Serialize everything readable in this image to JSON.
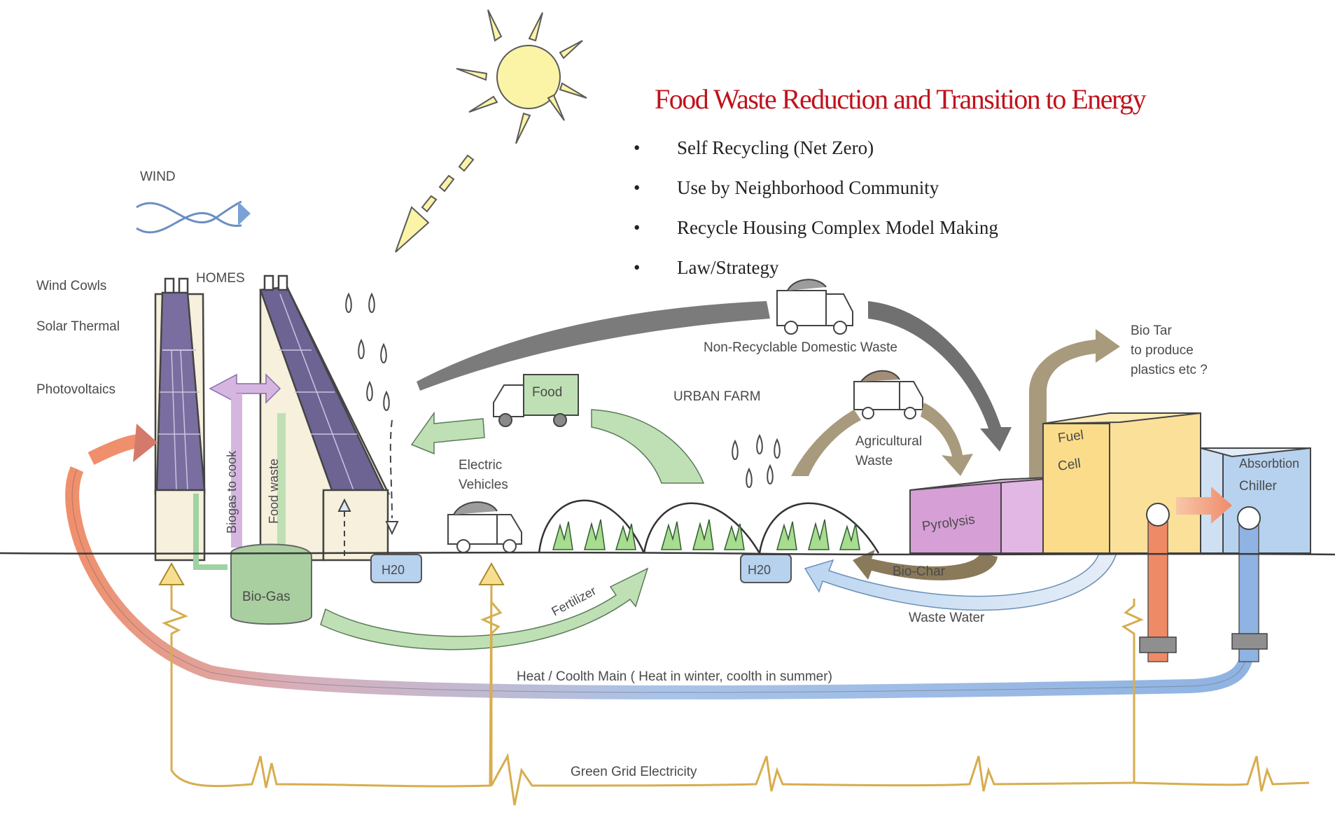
{
  "title": "Food Waste Reduction and Transition to Energy",
  "bullets": [
    "Self Recycling (Net Zero)",
    "Use by Neighborhood Community",
    "Recycle Housing Complex Model Making",
    "Law/Strategy"
  ],
  "labels": {
    "wind": "WIND",
    "wind_cowls": "Wind Cowls",
    "solar_thermal": "Solar Thermal",
    "photovoltaics": "Photovoltaics",
    "homes": "HOMES",
    "biogas_to_cook": "Biogas to cook",
    "food_waste": "Food waste",
    "bio_gas": "Bio-Gas",
    "h2o_home": "H20",
    "food": "Food",
    "electric_vehicles_1": "Electric",
    "electric_vehicles_2": "Vehicles",
    "urban_farm": "URBAN FARM",
    "non_recyclable": "Non-Recyclable Domestic Waste",
    "agricultural_1": "Agricultural",
    "agricultural_2": "Waste",
    "h2o_farm": "H20",
    "fertilizer": "Fertilizer",
    "bio_char": "Bio-Char",
    "waste_water": "Waste Water",
    "pyrolysis": "Pyrolysis",
    "fuel_1": "Fuel",
    "fuel_2": "Cell",
    "chiller_1": "Absorbtion",
    "chiller_2": "Chiller",
    "bio_tar_1": "Bio Tar",
    "bio_tar_2": "to produce",
    "bio_tar_3": "plastics etc ?",
    "heat_main": "Heat / Coolth Main ( Heat in winter, coolth in summer)",
    "green_grid": "Green Grid Electricity"
  },
  "colors": {
    "title_red": "#c0121c",
    "sun_yellow": "#fbf3a6",
    "roof_purple": "#6d6494",
    "green_arrow": "#bfe0b4",
    "grey_arrow": "#707070",
    "brown_arrow": "#a89a7c",
    "pyrolysis_pink": "#d69fd6",
    "fuel_cell_yellow": "#fbdc8a",
    "chiller_blue": "#b7d2ef",
    "heat_orange": "#f08f6c",
    "cool_blue": "#8fb3e2",
    "grid_gold": "#d7ad4e"
  }
}
